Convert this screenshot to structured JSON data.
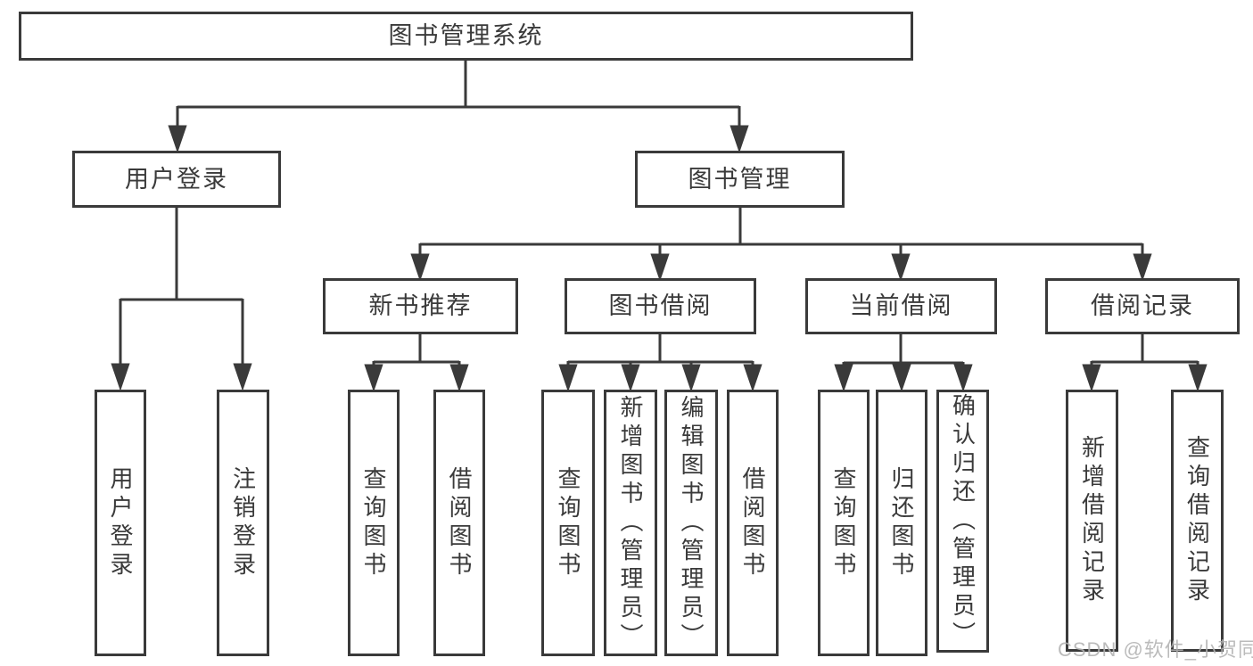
{
  "diagram": {
    "title": "图书管理系统",
    "branches": [
      {
        "label": "用户登录",
        "children": [
          "用户登录",
          "注销登录"
        ]
      },
      {
        "label": "图书管理",
        "sections": [
          {
            "label": "新书推荐",
            "children": [
              "查询图书",
              "借阅图书"
            ]
          },
          {
            "label": "图书借阅",
            "children": [
              "查询图书",
              "新增图书（管理员）",
              "编辑图书（管理员）",
              "借阅图书"
            ]
          },
          {
            "label": "当前借阅",
            "children": [
              "查询图书",
              "归还图书",
              "确认归还（管理员）"
            ]
          },
          {
            "label": "借阅记录",
            "children": [
              "新增借阅记录",
              "查询借阅记录"
            ]
          }
        ]
      }
    ]
  },
  "watermark": {
    "text": "CSDN @软件_小贺同学"
  },
  "colors": {
    "line": "#3a3a3a",
    "box_border": "#3a3a3a",
    "text": "#3a3a3a",
    "background": "#ffffff",
    "watermark": "#b2b2b2"
  }
}
